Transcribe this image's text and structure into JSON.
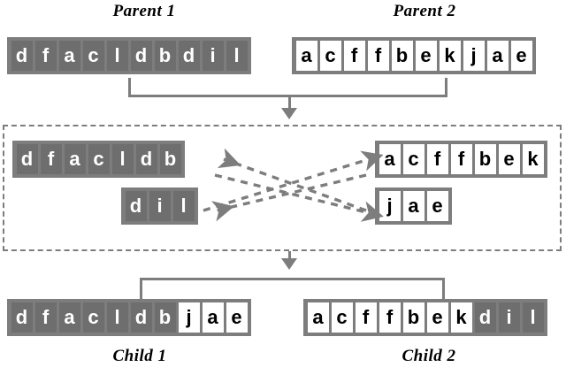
{
  "diagram": {
    "title_parent1": "Parent 1",
    "title_parent2": "Parent 2",
    "title_child1": "Child 1",
    "title_child2": "Child 2",
    "colors": {
      "strip_frame": "#7d7d7d",
      "dark_cell_bg": "#6e6e6e",
      "dark_cell_fg": "#ffffff",
      "light_cell_bg": "#ffffff",
      "light_cell_fg": "#000000",
      "connector": "#7d7d7d",
      "page_bg": "#ffffff"
    },
    "parent1": {
      "label": "Parent 1",
      "genes": [
        "d",
        "f",
        "a",
        "c",
        "l",
        "d",
        "b",
        "d",
        "i",
        "l"
      ],
      "style": "dark"
    },
    "parent2": {
      "label": "Parent 2",
      "genes": [
        "a",
        "c",
        "f",
        "f",
        "b",
        "e",
        "k",
        "j",
        "a",
        "e"
      ],
      "style": "light"
    },
    "crossover": {
      "left_head": {
        "genes": [
          "d",
          "f",
          "a",
          "c",
          "l",
          "d",
          "b"
        ],
        "style": "dark"
      },
      "left_tail": {
        "genes": [
          "d",
          "i",
          "l"
        ],
        "style": "dark"
      },
      "right_head": {
        "genes": [
          "a",
          "c",
          "f",
          "f",
          "b",
          "e",
          "k"
        ],
        "style": "light"
      },
      "right_tail": {
        "genes": [
          "j",
          "a",
          "e"
        ],
        "style": "light"
      }
    },
    "child1": {
      "label": "Child 1",
      "head": {
        "genes": [
          "d",
          "f",
          "a",
          "c",
          "l",
          "d",
          "b"
        ],
        "style": "dark"
      },
      "tail": {
        "genes": [
          "j",
          "a",
          "e"
        ],
        "style": "light"
      }
    },
    "child2": {
      "label": "Child 2",
      "head": {
        "genes": [
          "a",
          "c",
          "f",
          "f",
          "b",
          "e",
          "k"
        ],
        "style": "light"
      },
      "tail": {
        "genes": [
          "d",
          "i",
          "l"
        ],
        "style": "dark"
      }
    }
  }
}
